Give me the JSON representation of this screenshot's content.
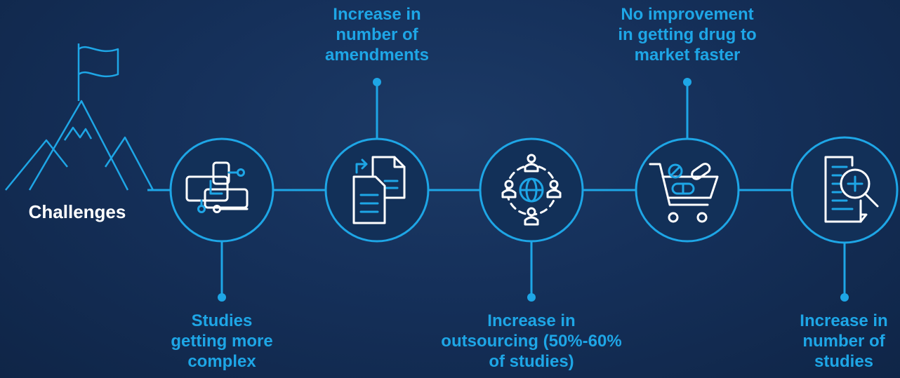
{
  "title": "Challenges",
  "colors": {
    "accent": "#1ea6e6",
    "background": "#15305a",
    "icon_stroke": "#ffffff"
  },
  "nodes": [
    {
      "icon": "complex-workflow-icon",
      "label": "Studies\ngetting more\ncomplex"
    },
    {
      "icon": "documents-icon",
      "label": "Increase in\nnumber of\namendments"
    },
    {
      "icon": "global-network-people-icon",
      "label": "Increase in\noutsourcing (50%-60%\nof studies)"
    },
    {
      "icon": "drug-shopping-cart-icon",
      "label": "No improvement\nin getting drug to\nmarket faster"
    },
    {
      "icon": "document-search-icon",
      "label": "Increase in\nnumber of\nstudies"
    }
  ]
}
